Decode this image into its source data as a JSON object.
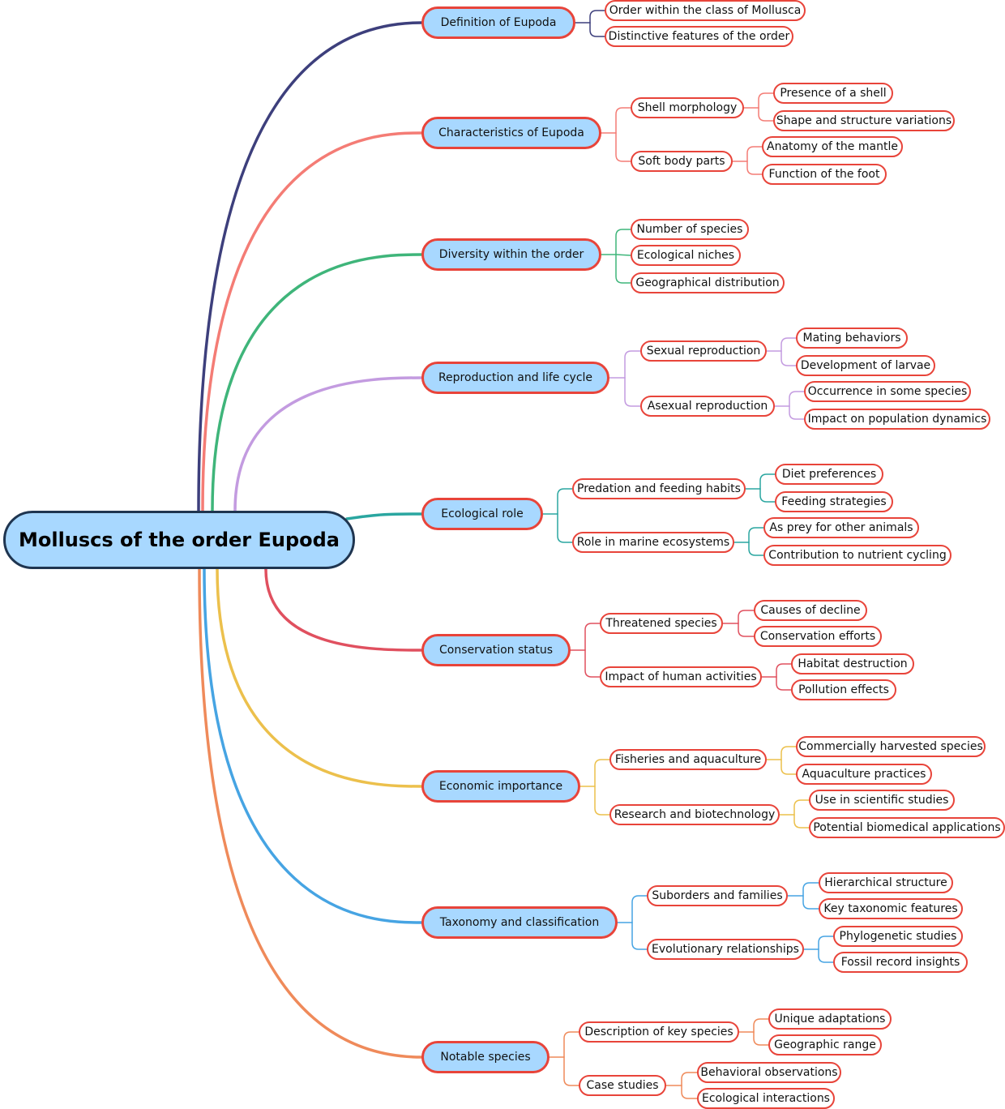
{
  "root": "Molluscs of the order Eupoda",
  "branches": [
    {
      "label": "Definition of Eupoda",
      "color": "#3d3f7c",
      "children": [
        {
          "label": "Order within the class of Mollusca",
          "children": []
        },
        {
          "label": "Distinctive features of the order",
          "children": []
        }
      ]
    },
    {
      "label": "Characteristics of Eupoda",
      "color": "#f47c75",
      "children": [
        {
          "label": "Shell morphology",
          "children": [
            {
              "label": "Presence of a shell"
            },
            {
              "label": "Shape and structure variations"
            }
          ]
        },
        {
          "label": "Soft body parts",
          "children": [
            {
              "label": "Anatomy of the mantle"
            },
            {
              "label": "Function of the foot"
            }
          ]
        }
      ]
    },
    {
      "label": "Diversity within the order",
      "color": "#3fb57a",
      "children": [
        {
          "label": "Number of species",
          "children": []
        },
        {
          "label": "Ecological niches",
          "children": []
        },
        {
          "label": "Geographical distribution",
          "children": []
        }
      ]
    },
    {
      "label": "Reproduction and life cycle",
      "color": "#c39be0",
      "children": [
        {
          "label": "Sexual reproduction",
          "children": [
            {
              "label": "Mating behaviors"
            },
            {
              "label": "Development of larvae"
            }
          ]
        },
        {
          "label": "Asexual reproduction",
          "children": [
            {
              "label": "Occurrence in some species"
            },
            {
              "label": "Impact on population dynamics"
            }
          ]
        }
      ]
    },
    {
      "label": "Ecological role",
      "color": "#2aa6a0",
      "children": [
        {
          "label": "Predation and feeding habits",
          "children": [
            {
              "label": "Diet preferences"
            },
            {
              "label": "Feeding strategies"
            }
          ]
        },
        {
          "label": "Role in marine ecosystems",
          "children": [
            {
              "label": "As prey for other animals"
            },
            {
              "label": "Contribution to nutrient cycling"
            }
          ]
        }
      ]
    },
    {
      "label": "Conservation status",
      "color": "#e0505f",
      "children": [
        {
          "label": "Threatened species",
          "children": [
            {
              "label": "Causes of decline"
            },
            {
              "label": "Conservation efforts"
            }
          ]
        },
        {
          "label": "Impact of human activities",
          "children": [
            {
              "label": "Habitat destruction"
            },
            {
              "label": "Pollution effects"
            }
          ]
        }
      ]
    },
    {
      "label": "Economic importance",
      "color": "#ecc04c",
      "children": [
        {
          "label": "Fisheries and aquaculture",
          "children": [
            {
              "label": "Commercially harvested species"
            },
            {
              "label": "Aquaculture practices"
            }
          ]
        },
        {
          "label": "Research and biotechnology",
          "children": [
            {
              "label": "Use in scientific studies"
            },
            {
              "label": "Potential biomedical applications"
            }
          ]
        }
      ]
    },
    {
      "label": "Taxonomy and classification",
      "color": "#46a4e3",
      "children": [
        {
          "label": "Suborders and families",
          "children": [
            {
              "label": "Hierarchical structure"
            },
            {
              "label": "Key taxonomic features"
            }
          ]
        },
        {
          "label": "Evolutionary relationships",
          "children": [
            {
              "label": "Phylogenetic studies"
            },
            {
              "label": "Fossil record insights"
            }
          ]
        }
      ]
    },
    {
      "label": "Notable species",
      "color": "#ef8a5a",
      "children": [
        {
          "label": "Description of key species",
          "children": [
            {
              "label": "Unique adaptations"
            },
            {
              "label": "Geographic range"
            }
          ]
        },
        {
          "label": "Case studies",
          "children": [
            {
              "label": "Behavioral observations"
            },
            {
              "label": "Ecological interactions"
            }
          ]
        }
      ]
    }
  ]
}
